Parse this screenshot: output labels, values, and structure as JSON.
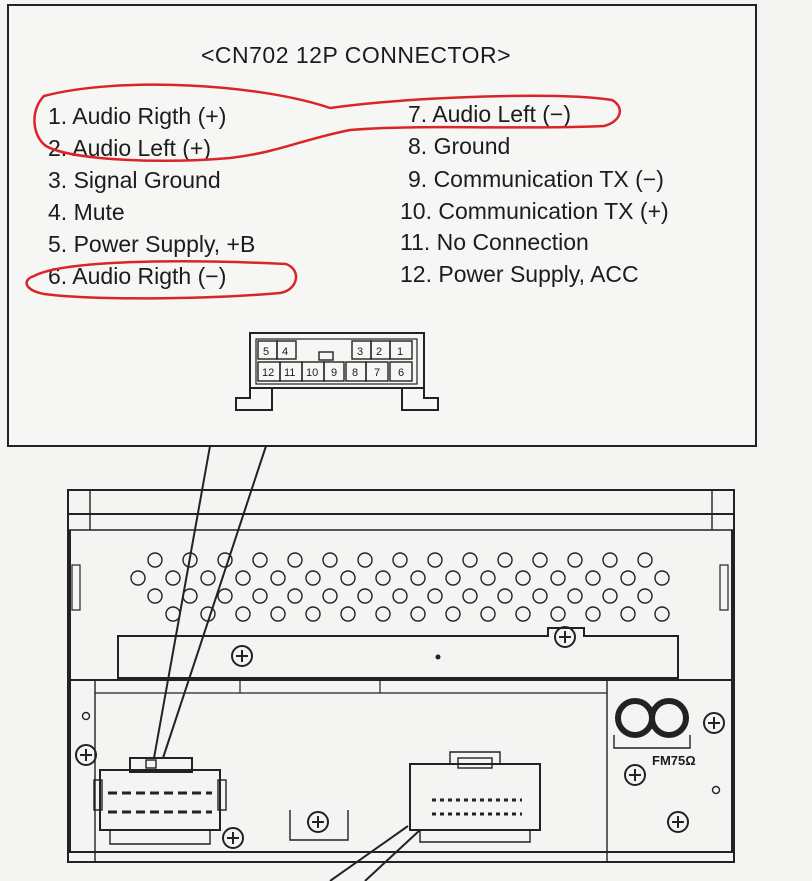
{
  "connector": {
    "title": "<CN702 12P CONNECTOR>",
    "pins_left": [
      {
        "label": "1.  Audio Rigth (+)"
      },
      {
        "label": "2.  Audio Left (+)"
      },
      {
        "label": "3.  Signal Ground"
      },
      {
        "label": "4.  Mute"
      },
      {
        "label": "5.  Power Supply, +B"
      },
      {
        "label": "6.  Audio Rigth (−)"
      }
    ],
    "pins_right": [
      {
        "label": "7.  Audio Left (−)"
      },
      {
        "label": "8.  Ground"
      },
      {
        "label": "9.  Communication TX (−)"
      },
      {
        "label": "10. Communication TX (+)"
      },
      {
        "label": "11. No Connection"
      },
      {
        "label": "12. Power Supply, ACC"
      }
    ],
    "pinout_top_row": [
      "5",
      "4",
      "3",
      "2",
      "1"
    ],
    "pinout_bottom_row": [
      "12",
      "11",
      "10",
      "9",
      "8",
      "7",
      "6"
    ],
    "highlight_color": "#d9252a"
  },
  "unit": {
    "antenna_label": "FM75Ω"
  }
}
